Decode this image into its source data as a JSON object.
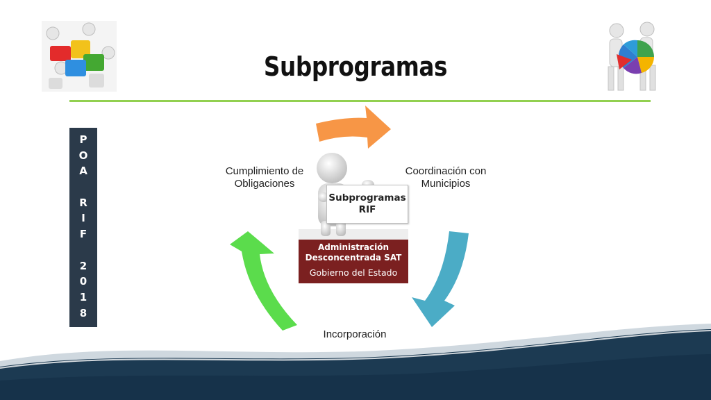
{
  "slide": {
    "title": "Subprogramas",
    "poa_letters": [
      "P",
      "O",
      "A",
      "",
      "R",
      "I",
      "F",
      "",
      "2",
      "0",
      "1",
      "8"
    ]
  },
  "diagram": {
    "center_sign": [
      "Subprogramas",
      "RIF"
    ],
    "steps": {
      "top_left": "Cumplimiento de\nObligaciones",
      "top_right": "Coordinación con\nMunicipios",
      "bottom": "Incorporación"
    },
    "box": {
      "line1": "Administración",
      "line2": "Desconcentrada SAT",
      "line3": "Gobierno del Estado"
    },
    "arrow_colors": {
      "top": "#f79646",
      "right": "#4bacc6",
      "left": "#5bdc4c"
    }
  },
  "colors": {
    "rule": "#92d050",
    "poa_bg": "#2b3a4a",
    "box_bg": "#7b2020",
    "wave": "#1c3a52"
  },
  "icons": [
    "puzzle-people-icon",
    "pie-chart-people-icon"
  ]
}
